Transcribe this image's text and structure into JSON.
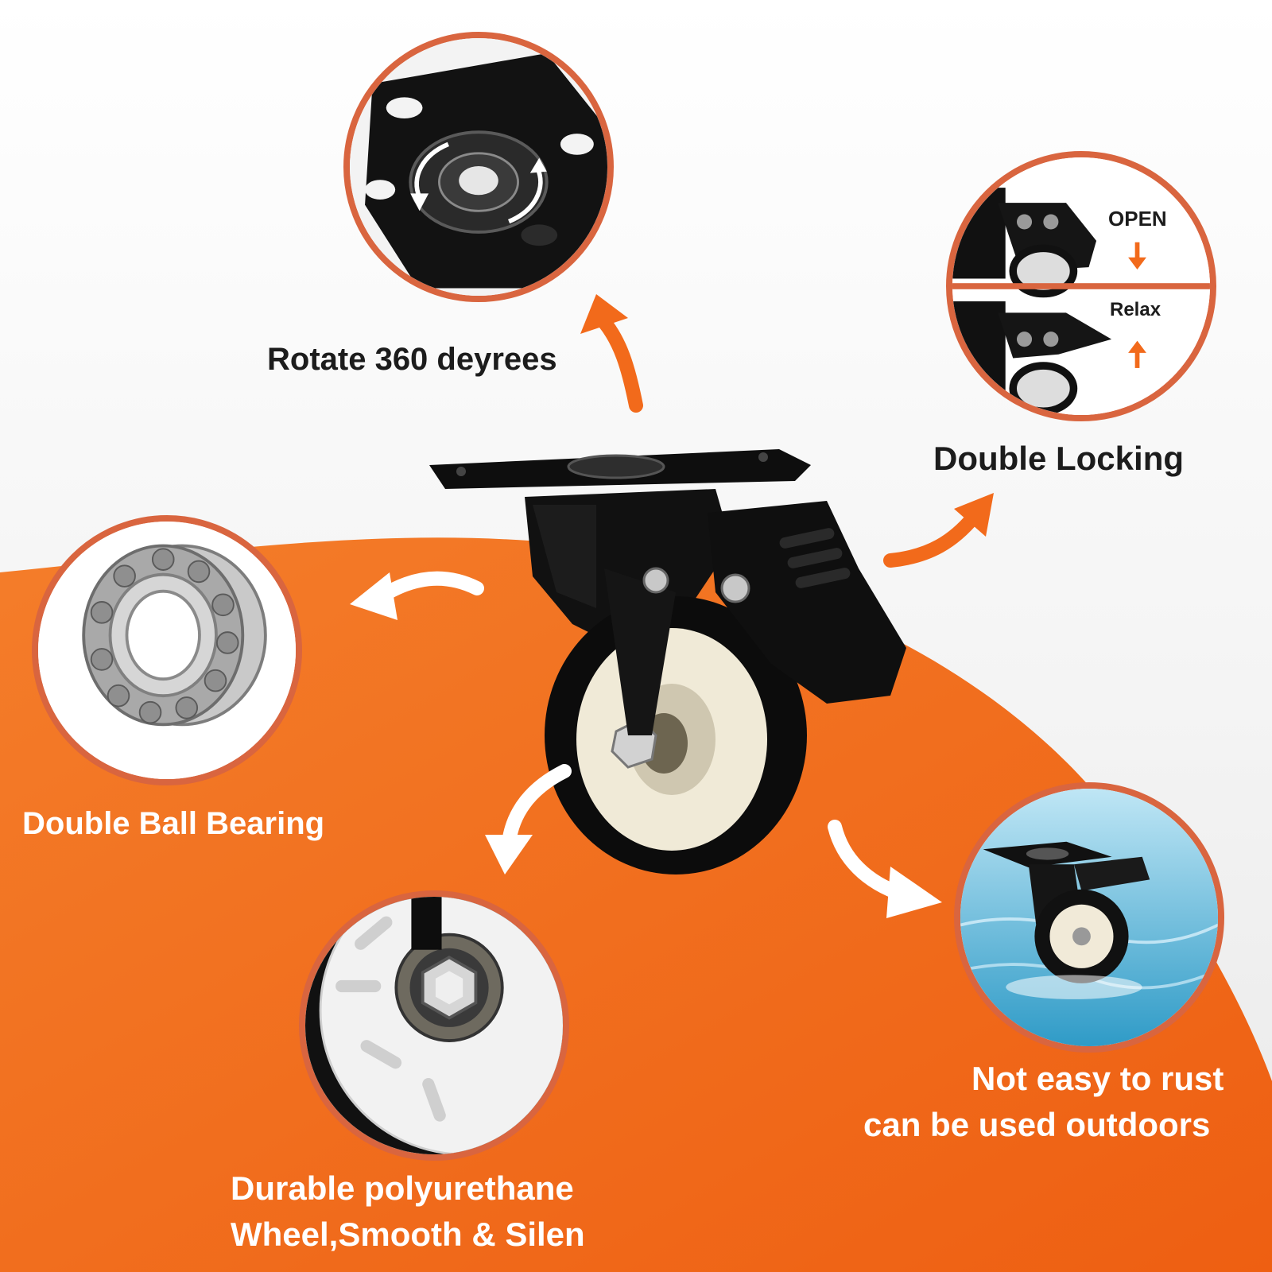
{
  "features": {
    "rotate": {
      "label": "Rotate 360 deyrees",
      "icon": "swivel-plate-icon"
    },
    "locking": {
      "label": "Double Locking",
      "open_label": "OPEN",
      "relax_label": "Relax",
      "icon": "brake-lever-icon"
    },
    "bearing": {
      "label": "Double Ball Bearing",
      "icon": "ball-bearing-icon"
    },
    "wheel": {
      "label_line1": "Durable polyurethane",
      "label_line2": "Wheel,Smooth & Silen",
      "icon": "wheel-hub-icon"
    },
    "rust": {
      "label_line1": "Not easy to rust",
      "label_line2": "can be used outdoors",
      "icon": "caster-in-water-icon"
    }
  },
  "colors": {
    "accent_orange": "#f26a1b",
    "circle_border": "#d9653f",
    "text_dark": "#1c1c1c",
    "text_light": "#ffffff"
  }
}
